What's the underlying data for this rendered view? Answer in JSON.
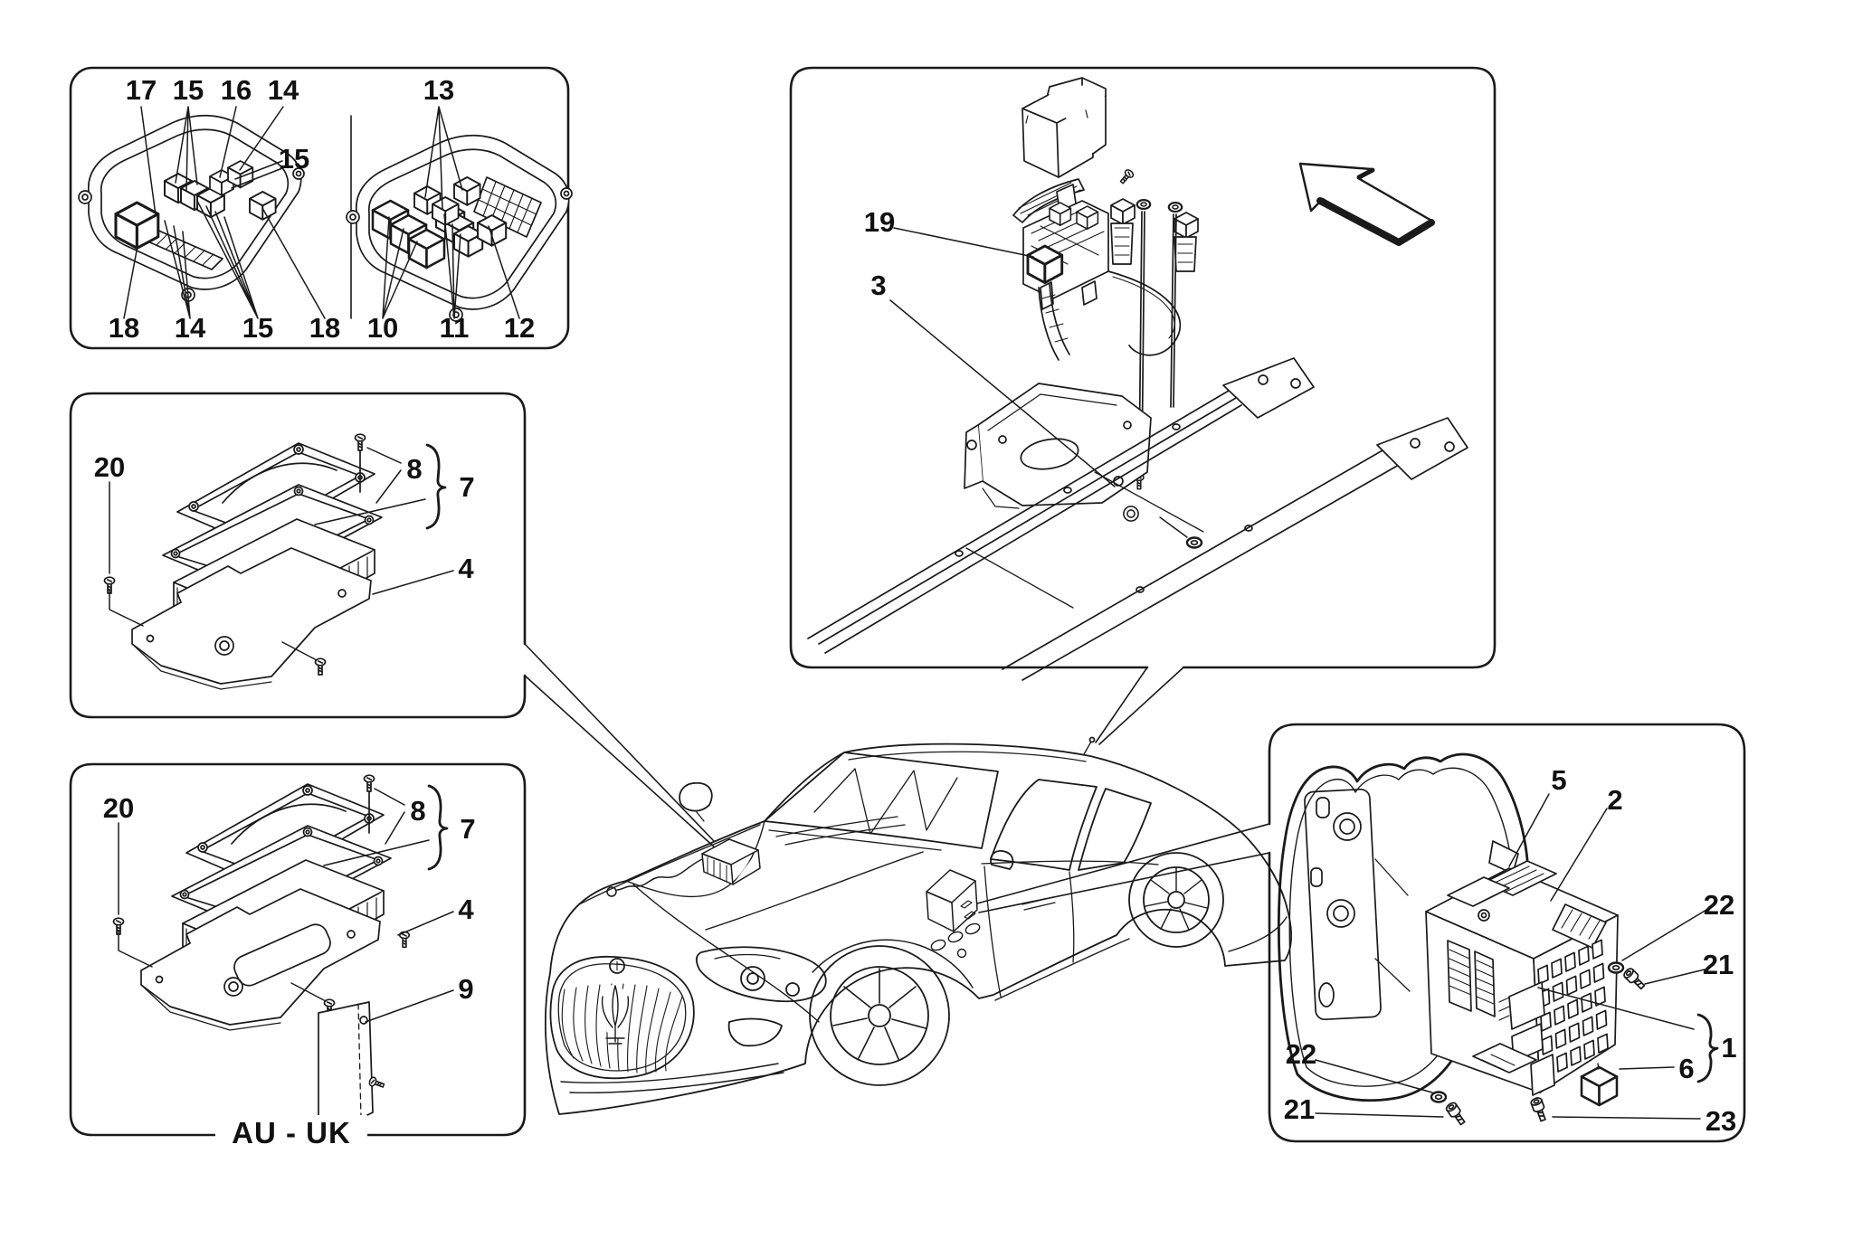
{
  "canvas": {
    "background": "#ffffff",
    "line_color": "#1a1a1a",
    "text_color": "#111111"
  },
  "panels": {
    "relay_trays": {
      "unit_left": {
        "c17": "17",
        "c15_top": "15",
        "c16": "16",
        "c14_top": "14",
        "c15_right": "15",
        "c18_bottom_left": "18",
        "c14_bottom": "14",
        "c15_bottom": "15",
        "c18_bottom_right": "18"
      },
      "unit_right": {
        "c13": "13",
        "c10": "10",
        "c11": "11",
        "c12": "12"
      }
    },
    "ecu": {
      "c20": "20",
      "c8": "8",
      "c7": "7",
      "c4": "4"
    },
    "ecu_au_uk": {
      "c20": "20",
      "c8": "8",
      "c7": "7",
      "c4": "4",
      "c9": "9",
      "variant": "AU - UK"
    },
    "engine_bay": {
      "c19": "19",
      "c3": "3"
    },
    "door_fusebox": {
      "c5": "5",
      "c2": "2",
      "c22_top": "22",
      "c21_top": "21",
      "c1": "1",
      "c6": "6",
      "c22_bottom": "22",
      "c21_bottom": "21",
      "c23": "23"
    }
  }
}
